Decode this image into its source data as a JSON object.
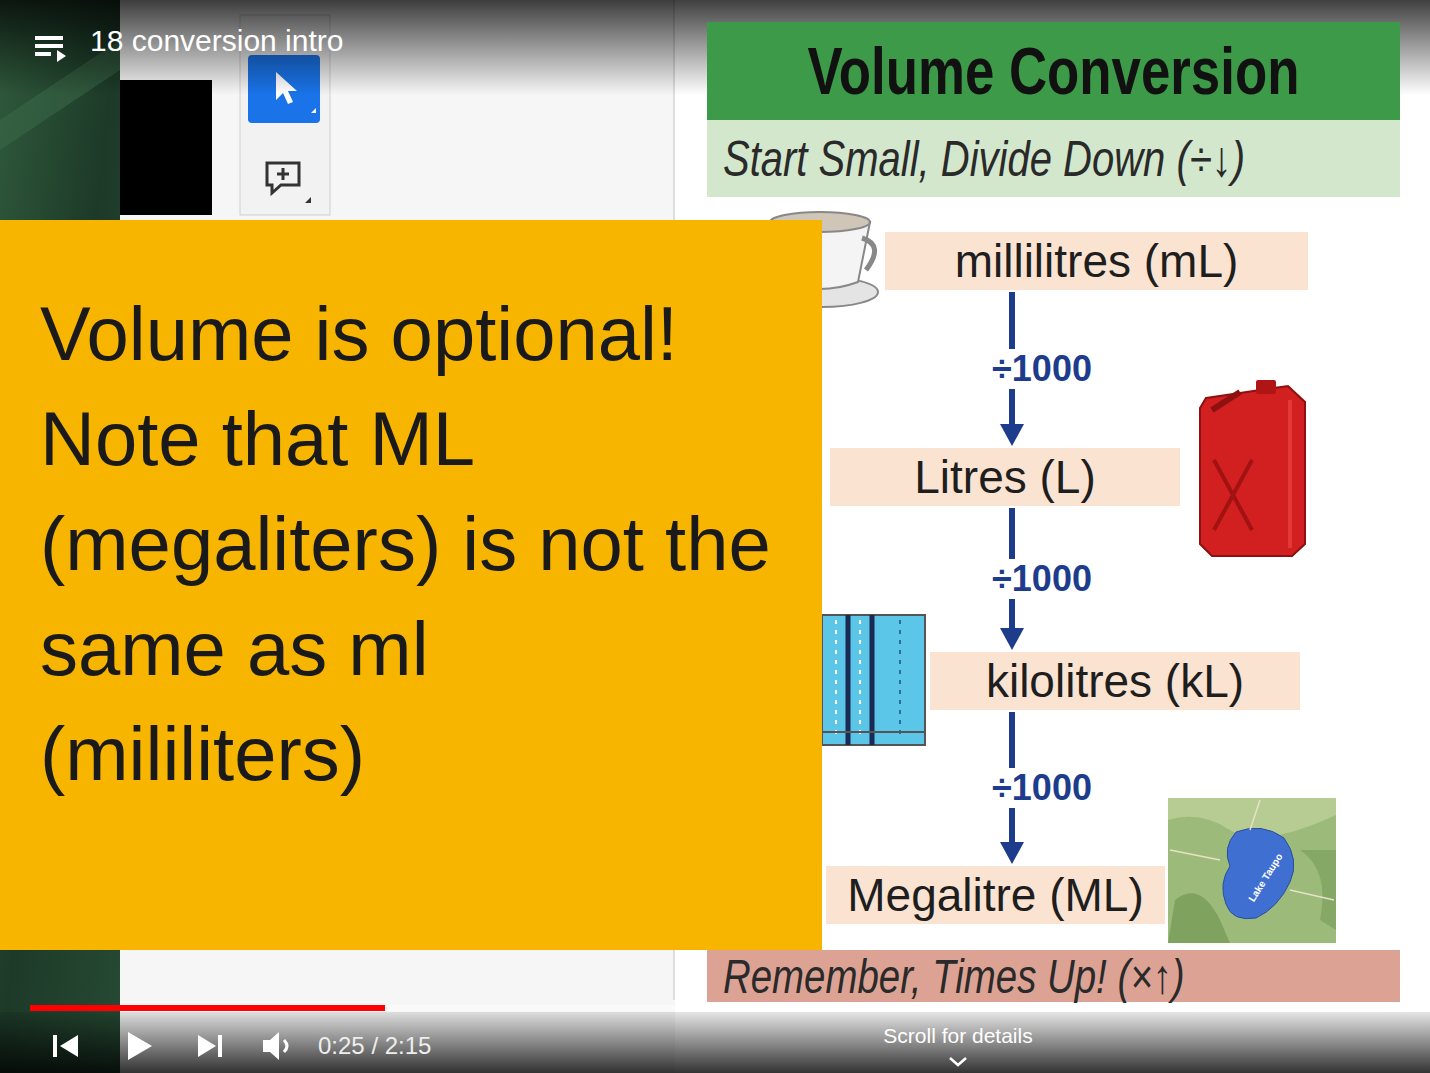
{
  "diagram": {
    "title": "Volume Conversion",
    "nodes": [
      {
        "text": [
          "Start Small, Divide Down (÷↓)"
        ]
      },
      {
        "text": [
          "millilitres (mL)"
        ]
      },
      {
        "text": [
          "Litres (L)"
        ]
      },
      {
        "text": [
          "kilolitres (kL)"
        ]
      },
      {
        "text": [
          "Megalitre (ML)"
        ]
      },
      {
        "text": [
          "Remember, Times Up! (×↑)"
        ]
      },
      {
        "text": [
          "Volume is optional! Note that ML (megaliters) is not the same as ml (mililiters)"
        ]
      }
    ],
    "edges": [
      {
        "from": 1,
        "to": 2,
        "label": "÷1000",
        "arrow": "to"
      },
      {
        "from": 2,
        "to": 3,
        "label": "÷1000",
        "arrow": "to"
      },
      {
        "from": 3,
        "to": 4,
        "label": "÷1000",
        "arrow": "to"
      }
    ],
    "labels": [
      "18 conversion intro",
      "0:25 / 2:15",
      "Scroll for details",
      "Lake Taupo"
    ]
  }
}
